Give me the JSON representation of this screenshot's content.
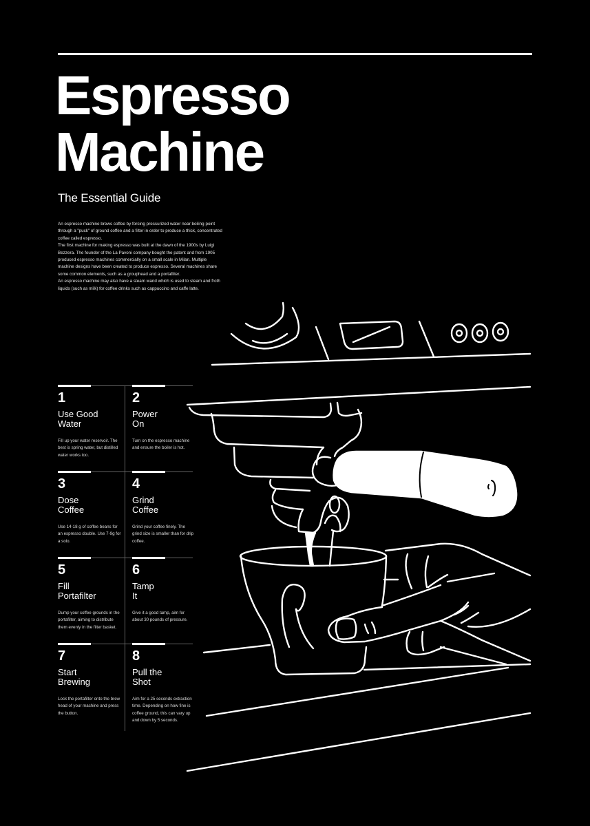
{
  "poster": {
    "title_line1": "Espresso",
    "title_line2": "Machine",
    "subtitle": "The Essential Guide",
    "intro_paragraphs": [
      "An espresso machine brews coffee by forcing pressurized water near boiling point through a \"puck\" of ground coffee and a filter in order to produce a thick, concentrated coffee called espresso.",
      "The first machine for making espresso was built at the dawn of the 1900s by Luigi Bezzera. The founder of the La Pavoni company bought the patent and from 1905 produced espresso machines commercially on a small scale in Milan. Multiple machine designs have been created to produce espresso. Several machines share some common elements, such as a grouphead and a portafilter.",
      "An espresso machine may also have a steam wand which is used to steam and froth liquids (such as milk) for coffee drinks such as cappuccino and caffe latte."
    ],
    "colors": {
      "background": "#000000",
      "foreground": "#ffffff",
      "rule_grey": "#666666"
    }
  },
  "steps": [
    {
      "number": "1",
      "name_line1": "Use Good",
      "name_line2": "Water",
      "description": "Fill up your water reservoir. The best is spring water, but distilled water works too."
    },
    {
      "number": "2",
      "name_line1": "Power",
      "name_line2": "On",
      "description": "Turn on the espresso machine and ensure the boiler is hot."
    },
    {
      "number": "3",
      "name_line1": "Dose",
      "name_line2": "Coffee",
      "description": "Use 14-18 g of coffee beans for an espresso double. Use 7-9g for a solo."
    },
    {
      "number": "4",
      "name_line1": "Grind",
      "name_line2": "Coffee",
      "description": "Grind your coffee finely. The grind size is smaller than for drip coffee."
    },
    {
      "number": "5",
      "name_line1": "Fill",
      "name_line2": "Portafilter",
      "description": "Dump your coffee grounds in the portafilter, aiming to distribute them evenly in the filter basket."
    },
    {
      "number": "6",
      "name_line1": "Tamp",
      "name_line2": "It",
      "description": "Give it a good tamp, aim for about 30 pounds of pressure."
    },
    {
      "number": "7",
      "name_line1": "Start",
      "name_line2": "Brewing",
      "description": "Lock the portafilter onto the brew head of your machine and press the button."
    },
    {
      "number": "8",
      "name_line1": "Pull the",
      "name_line2": "Shot",
      "description": "Aim for a 25 seconds extraction time. Depending on how fine is coffee ground, this can vary up and down by 5 seconds."
    }
  ],
  "illustration": {
    "subject": "espresso-machine-line-art",
    "elements": [
      "pressure-gauge",
      "display-panel",
      "control-buttons",
      "group-head",
      "portafilter",
      "spouts",
      "espresso-cup",
      "hand",
      "drip-tray"
    ]
  }
}
